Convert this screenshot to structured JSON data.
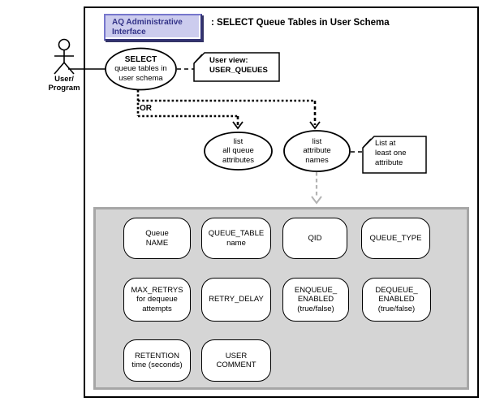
{
  "header": {
    "badge_label": "AQ Administrative\nInterface",
    "title": ": SELECT Queue Tables in User Schema"
  },
  "actor": {
    "label": "User/\nProgram"
  },
  "use_cases": {
    "select": {
      "heading": "SELECT",
      "body": "queue tables in\nuser schema"
    },
    "or_label": "OR",
    "list_all_queue_attributes": "list\nall queue\nattributes",
    "list_attribute_names": "list\nattribute\nnames"
  },
  "notes": {
    "user_view": "User view:\nUSER_QUEUES",
    "least_one_attribute": "List at\nleast one\nattribute"
  },
  "attributes_panel": {
    "items": [
      {
        "label": "Queue\nNAME"
      },
      {
        "label": "QUEUE_TABLE\nname"
      },
      {
        "label": "QID"
      },
      {
        "label": "QUEUE_TYPE"
      },
      {
        "label": "MAX_RETRYS\nfor dequeue\nattempts"
      },
      {
        "label": "RETRY_DELAY"
      },
      {
        "label": "ENQUEUE_\nENABLED\n(true/false)"
      },
      {
        "label": "DEQUEUE_\nENABLED\n(true/false)"
      },
      {
        "label": "RETENTION\ntime (seconds)"
      },
      {
        "label": "USER\nCOMMENT"
      }
    ]
  },
  "colors": {
    "badge_bg": "#ccccee",
    "badge_text": "#333388",
    "badge_shadow": "#333366",
    "panel_bg": "#d5d5d5",
    "panel_border": "#a6a6a6",
    "gray_arrow": "#b3b3b3",
    "line": "#000000"
  }
}
